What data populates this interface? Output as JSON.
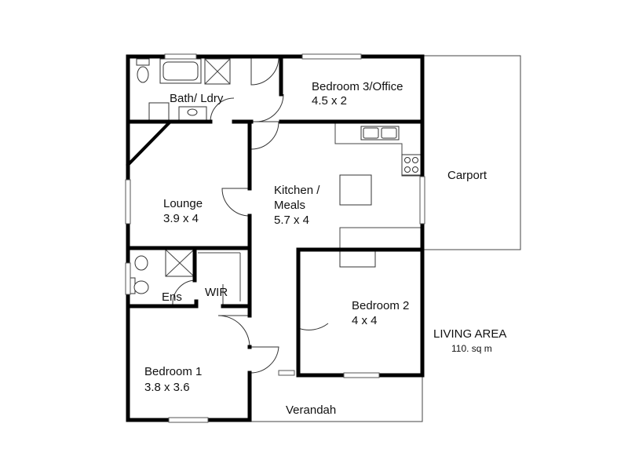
{
  "rooms": {
    "bath_laundry": {
      "name": "Bath/ Ldry"
    },
    "bedroom3": {
      "name": "Bedroom 3/Office",
      "size": "4.5 x 2"
    },
    "lounge": {
      "name": "Lounge",
      "size": "3.9 x 4"
    },
    "kitchen": {
      "name_line1": "Kitchen /",
      "name_line2": "Meals",
      "size": "5.7 x 4"
    },
    "carport": {
      "name": "Carport"
    },
    "ensuite": {
      "name": "Ens"
    },
    "wir": {
      "name": "WIR"
    },
    "bedroom2": {
      "name": "Bedroom 2",
      "size": "4 x 4"
    },
    "bedroom1": {
      "name": "Bedroom 1",
      "size": "3.8 x 3.6"
    },
    "verandah": {
      "name": "Verandah"
    }
  },
  "living_area": {
    "title": "LIVING AREA",
    "value": "110. sq m"
  }
}
